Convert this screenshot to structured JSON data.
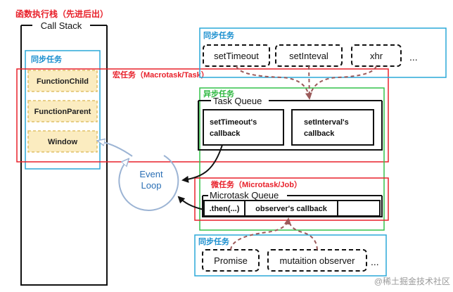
{
  "call_stack": {
    "caption": "函数执行栈（先进后出）",
    "title": "Call Stack",
    "sync_label": "同步任务",
    "frames": [
      "FunctionChild",
      "FunctionParent",
      "Window"
    ]
  },
  "sync_top": {
    "label": "同步任务",
    "items": [
      "setTimeout",
      "setInteval",
      "xhr"
    ],
    "ellipsis": "..."
  },
  "macrotask": {
    "label": "宏任务（Macrotask/Task）"
  },
  "async": {
    "label": "异步任务"
  },
  "task_queue": {
    "title": "Task Queue",
    "items": [
      {
        "line1": "setTimeout's",
        "line2": "callback"
      },
      {
        "line1": "setInterval's",
        "line2": "callback"
      }
    ]
  },
  "event_loop": {
    "line1": "Event",
    "line2": "Loop"
  },
  "microtask": {
    "label": "微任务（Microtask/Job）",
    "title": "Microtask Queue",
    "items": [
      ".then(...)",
      "observer's callback",
      ""
    ]
  },
  "sync_bottom": {
    "label": "同步任务",
    "items": [
      "Promise",
      "mutaition observer"
    ],
    "ellipsis": "..."
  },
  "watermark": "@稀土掘金技术社区",
  "colors": {
    "red": "#e8202a",
    "green": "#33c24a",
    "blue": "#2aa8d8",
    "frame_fill": "#fbecc0",
    "frame_border": "#e0c069",
    "sync_label": "#1a8fcf",
    "async_label": "#2db83f",
    "dashed_arrow": "#9b5a5a",
    "loop_circle": "#9cb4d4",
    "watermark": "#9a9a9a"
  }
}
